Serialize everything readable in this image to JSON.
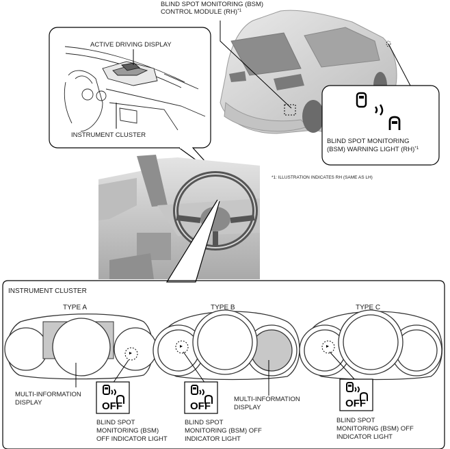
{
  "labels": {
    "bsm_module_line1": "BLIND SPOT MONITORING (BSM)",
    "bsm_module_line2": "CONTROL MODULE (RH)",
    "bsm_module_sup": "*1",
    "active_driving_display": "ACTIVE DRIVING DISPLAY",
    "instrument_cluster_callout": "INSTRUMENT CLUSTER",
    "warning_light_line1": "BLIND SPOT MONITORING",
    "warning_light_line2": "(BSM) WARNING LIGHT (RH)",
    "warning_light_sup": "*1",
    "footnote": "*1: ILLUSTRATION INDICATES RH (SAME AS LH)",
    "instrument_cluster_panel": "INSTRUMENT CLUSTER",
    "off_text": "OFF"
  },
  "types": [
    {
      "title": "TYPE A",
      "mid_line1": "MULTI-INFORMATION",
      "mid_line2": "DISPLAY",
      "ind_line1": "BLIND SPOT",
      "ind_line2": "MONITORING (BSM)",
      "ind_line3": "OFF INDICATOR LIGHT"
    },
    {
      "title": "TYPE B",
      "ind_line1": "BLIND SPOT",
      "ind_line2": "MONITORING (BSM) OFF",
      "ind_line3": "INDICATOR LIGHT",
      "mid_line1": "MULTI-INFORMATION",
      "mid_line2": "DISPLAY"
    },
    {
      "title": "TYPE C",
      "ind_line1": "BLIND SPOT",
      "ind_line2": "MONITORING (BSM) OFF",
      "ind_line3": "INDICATOR LIGHT"
    }
  ],
  "colors": {
    "line": "#000000",
    "car_body": "#d7d7d7",
    "interior": "#cfcfcf",
    "display_fill": "#c8c8c8",
    "panel_bg": "#ffffff"
  }
}
